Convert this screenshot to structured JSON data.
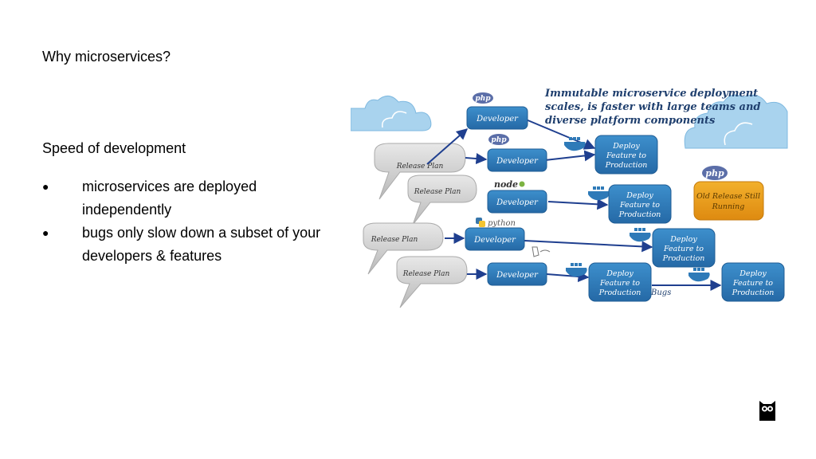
{
  "slide": {
    "title": "Why microservices?",
    "subtitle": "Speed of development",
    "bullets": [
      "microservices are deployed independently",
      "bugs only slow down a subset of your developers & features"
    ]
  },
  "diagram": {
    "caption": [
      "Immutable microservice deployment",
      "scales, is faster with large teams and",
      "diverse platform components"
    ],
    "release_plan_label": "Release Plan",
    "developer_label": "Developer",
    "deploy_label": [
      "Deploy",
      "Feature to",
      "Production"
    ],
    "old_release_label": [
      "Old Release Still",
      "Running"
    ],
    "bugs_label": "Bugs",
    "logos": {
      "php": "php",
      "node": "node",
      "python": "python"
    },
    "colors": {
      "box_blue": "#2e7ab8",
      "old_release_orange": "#e89a1a",
      "cloud_blue": "#a9d3ee",
      "bubble_gray": "#c8c8c8",
      "caption_navy": "#1f3f6e",
      "arrow_navy": "#1f3f8f"
    }
  }
}
